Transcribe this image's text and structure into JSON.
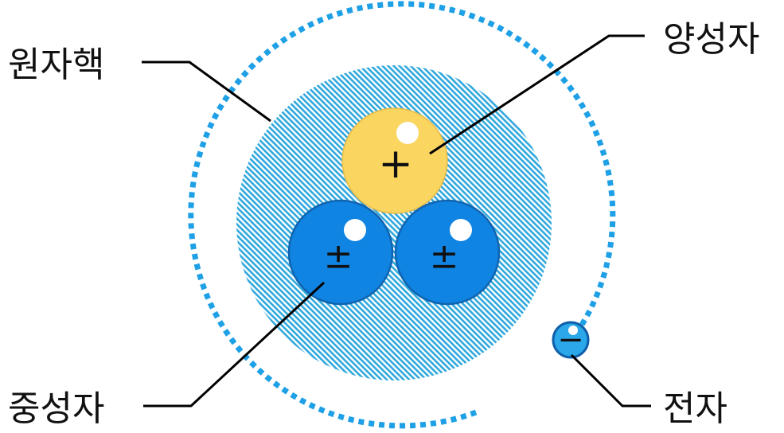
{
  "labels": {
    "nucleus": "원자핵",
    "proton": "양성자",
    "neutron": "중성자",
    "electron": "전자"
  },
  "signs": {
    "proton": "+",
    "neutron": "±",
    "electron": "−"
  },
  "colors": {
    "orbit": "#1ea0e6",
    "nucleus_hatch": "#30a8dc",
    "proton_fill": "#fad560",
    "neutron_fill": "#1084e2",
    "neutron_stroke": "#1064b0",
    "electron_fill": "#2aa8ea",
    "electron_stroke": "#0f5fa8"
  }
}
